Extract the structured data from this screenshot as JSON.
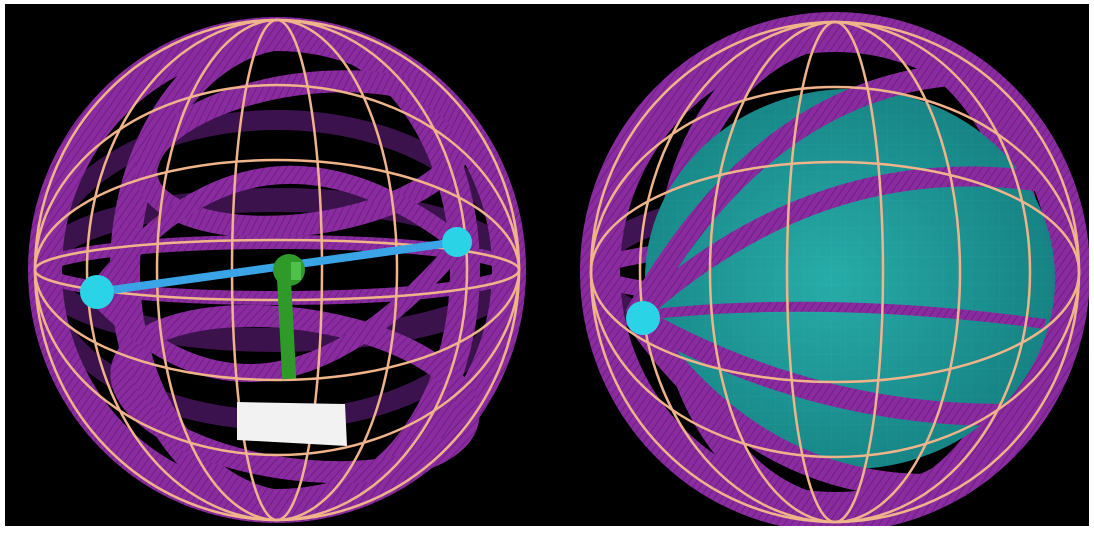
{
  "figure": {
    "background": "#000000",
    "panels": [
      {
        "name": "open-cage-sphere",
        "components": [
          "ring-cage",
          "purple-bands",
          "cyan-hubs",
          "blue-axle",
          "green-arm",
          "white-block"
        ]
      },
      {
        "name": "enclosed-sphere",
        "components": [
          "ring-cage",
          "purple-bands",
          "cyan-hub",
          "teal-inner-sphere"
        ]
      }
    ],
    "colors": {
      "ring": "#f0b48a",
      "band": "#8a2ca0",
      "band_dark": "#5b1a6e",
      "hub": "#2ad4e6",
      "axle": "#3aa4e6",
      "arm": "#2f9a2a",
      "block": "#f2f2f2",
      "inner_sphere": "#1f9a9a"
    }
  }
}
